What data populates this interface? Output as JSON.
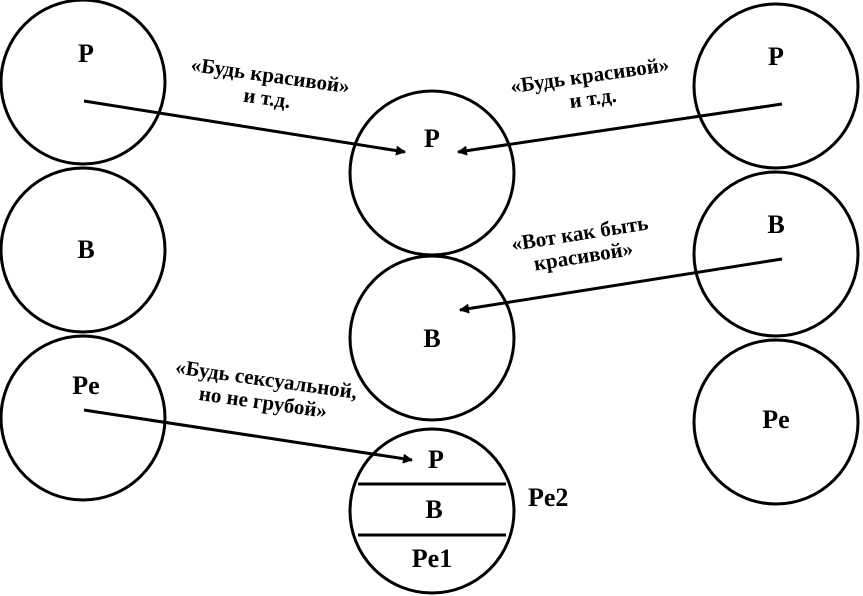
{
  "left_person": {
    "parent": "P",
    "adult": "B",
    "child": "Pe"
  },
  "right_person": {
    "parent": "P",
    "adult": "B",
    "child": "Pe"
  },
  "center_person": {
    "parent": "P",
    "adult": "B",
    "child_parent": "P",
    "child_adult": "B",
    "child_child": "Pe1",
    "child_label": "Pe2"
  },
  "messages": {
    "left_top": [
      "«Будь красивой»",
      "и т.д."
    ],
    "right_top": [
      "«Будь красивой»",
      "и т.д."
    ],
    "right_middle": [
      "«Вот как быть",
      "красивой»"
    ],
    "left_bottom": [
      "«Будь сексуальной,",
      "но не грубой»"
    ]
  }
}
